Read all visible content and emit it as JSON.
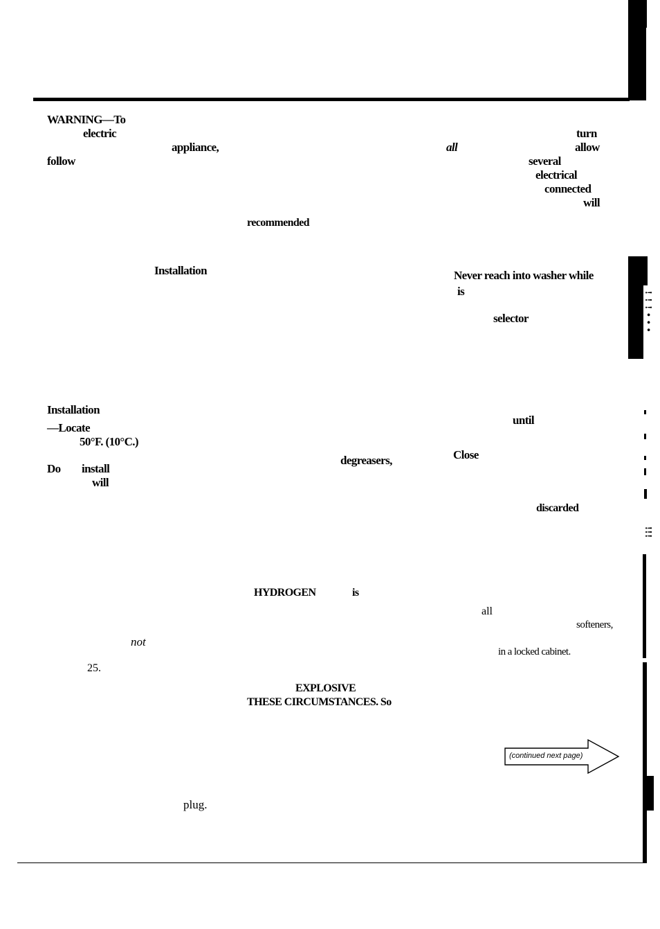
{
  "fragments": {
    "warning": "WARNING—To",
    "electric": "electric",
    "appliance": "appliance,",
    "follow": "follow",
    "recommended": "recommended",
    "installation_1": "Installation",
    "installation_2": "Installation",
    "locate": "—Locate",
    "temp": "50°F. (10°C.)",
    "do": "Do",
    "install": "install",
    "will_left": "will",
    "degreasers": "degreasers,",
    "hydrogen": "HYDROGEN",
    "is_mid": "is",
    "not": "not",
    "num25": "25.",
    "explosive": "EXPLOSIVE",
    "circumstances": "THESE CIRCUMSTANCES. So",
    "plug": "plug.",
    "turn": "turn",
    "all_it": "all",
    "allow": "allow",
    "several": "several",
    "electrical": "electrical",
    "connected": "connected",
    "will_right": "will",
    "never_reach": "Never reach into washer while",
    "is_right": "is",
    "selector": "selector",
    "until": "until",
    "close": "Close",
    "discarded": "discarded",
    "all_plain": "all",
    "softeners": "softeners,",
    "locked": "in a locked cabinet."
  },
  "continued": "(continued next page)",
  "tab_marks": {
    "mid": "!!!•••",
    "bottom": "!!!"
  }
}
